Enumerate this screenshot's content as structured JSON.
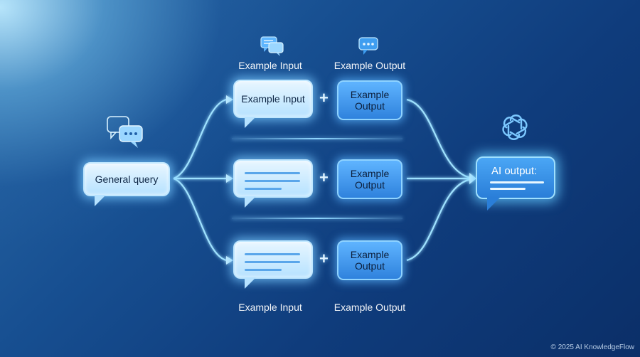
{
  "diagram": {
    "general_query": "General query",
    "example_input": "Example Input",
    "example_output_line1": "Example",
    "example_output_line2": "Output",
    "example_output_header": "Example Output",
    "plus": "+",
    "ai_output": "AI output:",
    "copyright": "© 2025 AI KnowledgeFlow"
  },
  "colors": {
    "accent": "#8fd6ff",
    "box_blue": "#2f82dd",
    "bubble_light": "#e8f6ff"
  },
  "icons": [
    "chat-bubbles-icon",
    "speech-bubble-icon",
    "openai-logo-icon"
  ]
}
